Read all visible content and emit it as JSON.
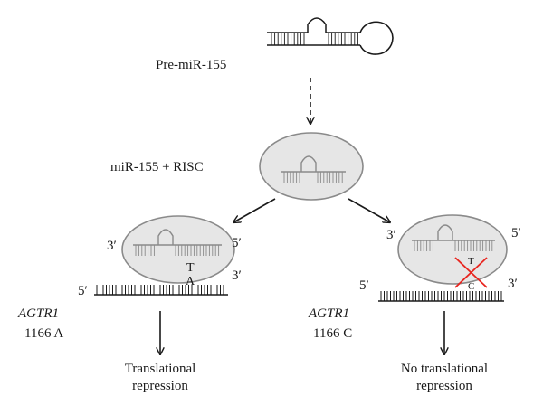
{
  "labels": {
    "pre_mir": "Pre-miR-155",
    "risc": "miR-155 + RISC",
    "left_gene": "AGTR1",
    "left_allele": "1166 A",
    "right_gene": "AGTR1",
    "right_allele": "1166 C",
    "left_outcome_line1": "Translational",
    "left_outcome_line2": "repression",
    "right_outcome_line1": "No translational",
    "right_outcome_line2": "repression"
  },
  "strand_ends": {
    "three_prime": "3′",
    "five_prime": "5′"
  },
  "bases": {
    "left_mir_base": "T",
    "left_target_base": "A",
    "right_mir_base": "T",
    "right_target_base": "C"
  },
  "colors": {
    "line": "#1a1a1a",
    "oval_fill": "#e6e6e6",
    "oval_stroke": "#8a8a8a",
    "hairpin": "#8a8a8a",
    "mismatch_cross": "#e8251f"
  }
}
